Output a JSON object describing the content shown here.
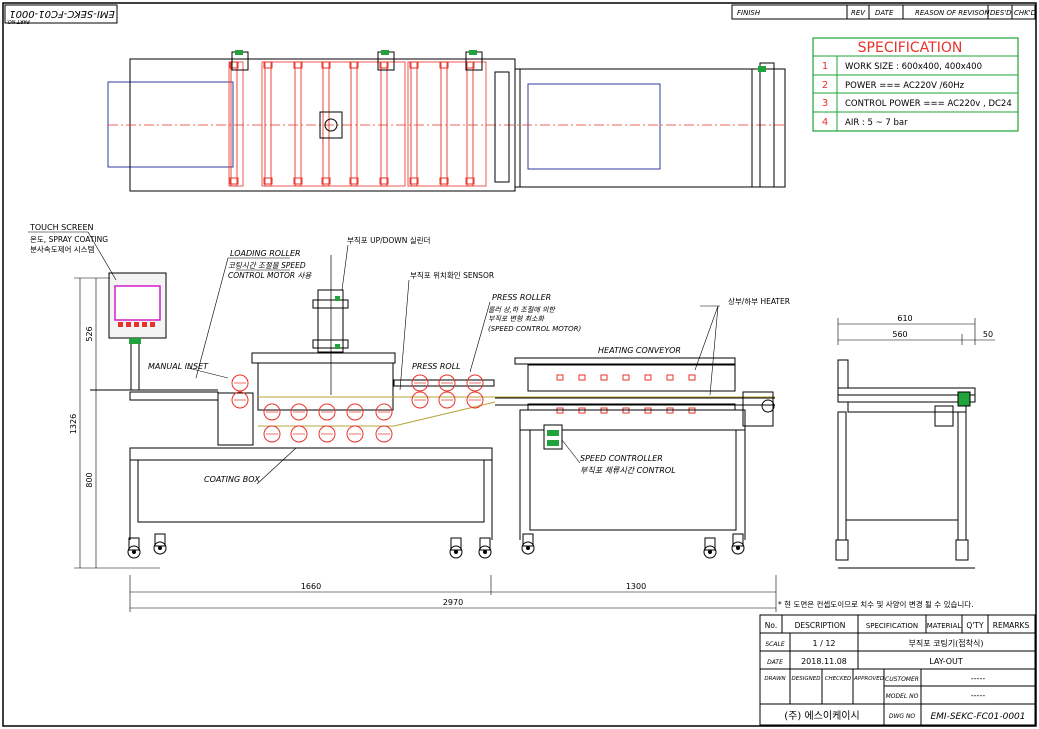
{
  "part_no_label": "PART NO.",
  "part_no": "EMI-SEKC-FC01-0001",
  "revision_block": {
    "finish": "FINISH",
    "rev": "REV",
    "date": "DATE",
    "reason": "REASON OF REVISON",
    "desd": "DES'D",
    "chkd": "CHK'D"
  },
  "specification": {
    "title": "SPECIFICATION",
    "rows": [
      {
        "no": "1",
        "text": "WORK SIZE : 600x400, 400x400"
      },
      {
        "no": "2",
        "text": "POWER === AC220V /60Hz"
      },
      {
        "no": "3",
        "text": "CONTROL POWER === AC220v , DC24"
      },
      {
        "no": "4",
        "text": "AIR : 5 ~ 7 bar"
      }
    ]
  },
  "callouts": {
    "touch_screen_1": "TOUCH SCREEN",
    "touch_screen_2": "온도, SPRAY COATING",
    "touch_screen_3": "분사속도제어 시스템",
    "loading_roller_1": "LOADING ROLLER",
    "loading_roller_2": "코팅시간 조절을 SPEED",
    "loading_roller_3": "CONTROL MOTOR 사용",
    "updown": "부직포 UP/DOWN 실린더",
    "sensor": "부직포 위치확인 SENSOR",
    "press_roller_1": "PRESS ROLLER",
    "press_roller_2": "롤러 상,하 조절에 의한",
    "press_roller_3": "부직포 변형 최소화",
    "press_roller_4": "(SPEED CONTROL MOTOR)",
    "heater": "상부/하부 HEATER",
    "heating_conveyor": "HEATING CONVEYOR",
    "manual_inset": "MANUAL INSET",
    "press_roll": "PRESS ROLL",
    "coating_box": "COATING BOX",
    "speed_controller_1": "SPEED CONTROLLER",
    "speed_controller_2": "부직포 체류시간 CONTROL",
    "note": "* 현 도면은 컨셉도이므로 치수 및 사양이 변경 될 수 있습니다."
  },
  "dimensions": {
    "d526": "526",
    "d1326": "1326",
    "d800": "800",
    "d1660": "1660",
    "d1300": "1300",
    "d2970": "2970",
    "d610": "610",
    "d560": "560",
    "d50": "50"
  },
  "title_block": {
    "h_no": "No.",
    "h_desc": "DESCRIPTION",
    "h_spec": "SPECIFICATION",
    "h_mat": "MATERIAL",
    "h_qty": "Q'TY",
    "h_rem": "REMARKS",
    "scale_label": "SCALE",
    "scale_value": "1 / 12",
    "drawing_title": "부직포 코팅기(접착식)",
    "date_label": "DATE",
    "date_value": "2018.11.08",
    "layout": "LAY-OUT",
    "drawn": "DRAWN",
    "designed": "DESIGNED",
    "checked": "CHECKED",
    "approved": "APPROVED",
    "customer_label": "CUSTOMER",
    "customer_value": "-----",
    "model_label": "MODEL NO",
    "model_value": "-----",
    "company": "(주) 에스이케이시",
    "dwg_label": "DWG NO",
    "dwg_value": "EMI-SEKC-FC01-0001"
  },
  "colors": {
    "line": "#000000",
    "red": "#e8322a",
    "blue": "#2f3d9c",
    "green": "#1fa33a",
    "magenta": "#d21ec8",
    "olive": "#b5a33a",
    "spec_title": "#e8322a"
  }
}
